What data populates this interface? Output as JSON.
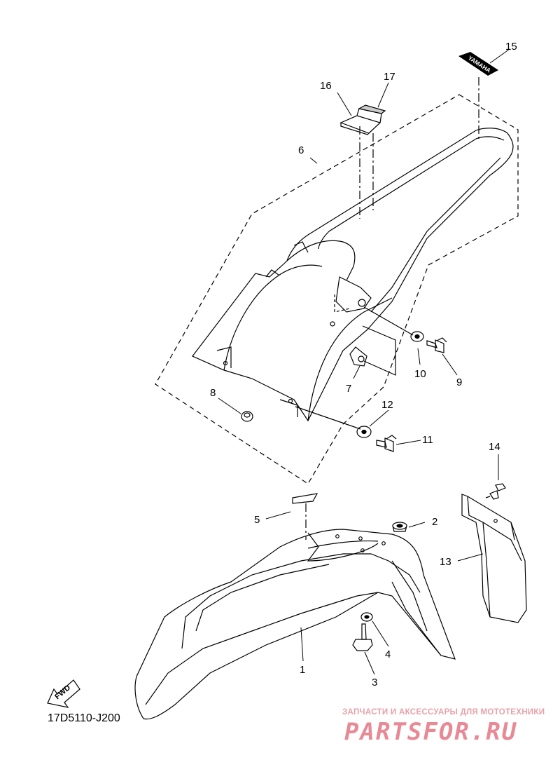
{
  "diagram": {
    "callouts": [
      "1",
      "2",
      "3",
      "4",
      "5",
      "6",
      "7",
      "8",
      "9",
      "10",
      "11",
      "12",
      "13",
      "14",
      "15",
      "16",
      "17"
    ],
    "fwd_label": "FWD",
    "decal_text": "YAMAHA",
    "code": "17D5110-J200"
  },
  "watermark": {
    "subtitle": "ЗАПЧАСТИ И АКСЕССУАРЫ ДЛЯ МОТОТЕХНИКИ",
    "brand": "PARTSFOR.RU"
  },
  "colors": {
    "line": "#000000",
    "watermark": "#e88a96"
  }
}
